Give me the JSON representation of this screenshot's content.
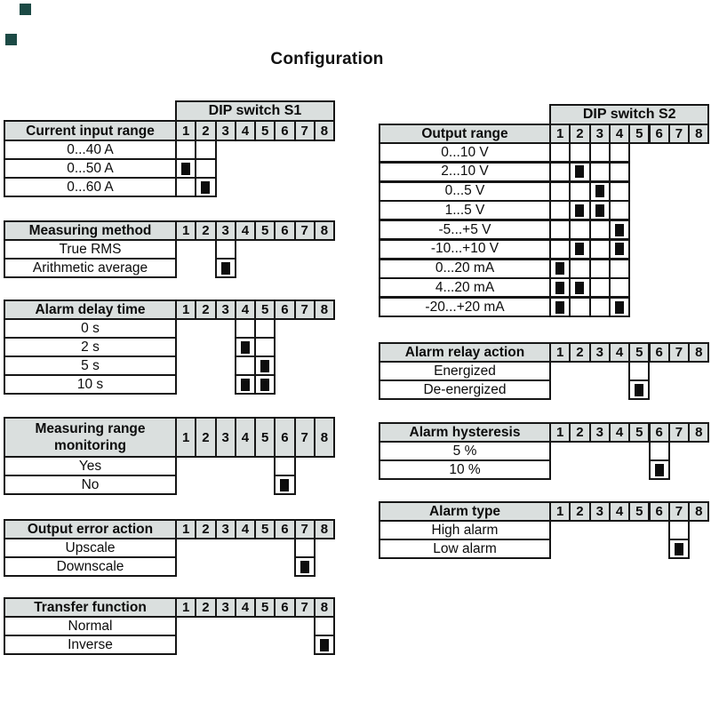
{
  "title": "Configuration",
  "switch_numbers": [
    "1",
    "2",
    "3",
    "4",
    "5",
    "6",
    "7",
    "8"
  ],
  "colors": {
    "header_bg": "#dadfde",
    "border": "#161616",
    "mark": "#0d0d0d",
    "artifact": "#1c4a45"
  },
  "tables": [
    {
      "id": "current_input_range",
      "side": "left",
      "banner": "DIP switch S1",
      "header": "Current input range",
      "body_cols": [
        1,
        2
      ],
      "rows": [
        {
          "label": "0...40 A",
          "on": []
        },
        {
          "label": "0...50 A",
          "on": [
            1
          ]
        },
        {
          "label": "0...60 A",
          "on": [
            2
          ]
        }
      ]
    },
    {
      "id": "measuring_method",
      "side": "left",
      "banner": null,
      "header": "Measuring method",
      "body_cols": [
        3
      ],
      "rows": [
        {
          "label": "True RMS",
          "on": []
        },
        {
          "label": "Arithmetic average",
          "on": [
            3
          ]
        }
      ]
    },
    {
      "id": "alarm_delay_time",
      "side": "left",
      "banner": null,
      "header": "Alarm delay time",
      "body_cols": [
        4,
        5
      ],
      "rows": [
        {
          "label": "0 s",
          "on": []
        },
        {
          "label": "2 s",
          "on": [
            4
          ]
        },
        {
          "label": "5 s",
          "on": [
            5
          ]
        },
        {
          "label": "10 s",
          "on": [
            4,
            5
          ]
        }
      ]
    },
    {
      "id": "measuring_range_monitoring",
      "side": "left",
      "banner": null,
      "header": "Measuring range monitoring",
      "body_cols": [
        6
      ],
      "rows": [
        {
          "label": "Yes",
          "on": []
        },
        {
          "label": "No",
          "on": [
            6
          ]
        }
      ]
    },
    {
      "id": "output_error_action",
      "side": "left",
      "banner": null,
      "header": "Output error action",
      "body_cols": [
        7
      ],
      "rows": [
        {
          "label": "Upscale",
          "on": []
        },
        {
          "label": "Downscale",
          "on": [
            7
          ]
        }
      ]
    },
    {
      "id": "transfer_function",
      "side": "left",
      "banner": null,
      "header": "Transfer function",
      "body_cols": [
        8
      ],
      "rows": [
        {
          "label": "Normal",
          "on": []
        },
        {
          "label": "Inverse",
          "on": [
            8
          ]
        }
      ]
    },
    {
      "id": "output_range",
      "side": "right",
      "banner": "DIP switch S2",
      "header": "Output range",
      "body_cols": [
        1,
        2,
        3,
        4
      ],
      "rows": [
        {
          "label": "0...10 V",
          "on": []
        },
        {
          "label": "2...10 V",
          "on": [
            2
          ]
        },
        {
          "label": "0...5 V",
          "on": [
            3
          ]
        },
        {
          "label": "1...5 V",
          "on": [
            2,
            3
          ]
        },
        {
          "label": "-5...+5 V",
          "on": [
            4
          ]
        },
        {
          "label": "-10...+10 V",
          "on": [
            2,
            4
          ]
        },
        {
          "label": "0...20 mA",
          "on": [
            1
          ]
        },
        {
          "label": "4...20 mA",
          "on": [
            1,
            2
          ]
        },
        {
          "label": "-20...+20 mA",
          "on": [
            1,
            4
          ]
        }
      ]
    },
    {
      "id": "alarm_relay_action",
      "side": "right",
      "banner": null,
      "header": "Alarm relay action",
      "body_cols": [
        5
      ],
      "rows": [
        {
          "label": "Energized",
          "on": []
        },
        {
          "label": "De-energized",
          "on": [
            5
          ]
        }
      ]
    },
    {
      "id": "alarm_hysteresis",
      "side": "right",
      "banner": null,
      "header": "Alarm hysteresis",
      "body_cols": [
        6
      ],
      "rows": [
        {
          "label": "5 %",
          "on": []
        },
        {
          "label": "10 %",
          "on": [
            6
          ]
        }
      ]
    },
    {
      "id": "alarm_type",
      "side": "right",
      "banner": null,
      "header": "Alarm type",
      "body_cols": [
        7
      ],
      "rows": [
        {
          "label": "High alarm",
          "on": []
        },
        {
          "label": "Low alarm",
          "on": [
            7
          ]
        }
      ]
    }
  ]
}
